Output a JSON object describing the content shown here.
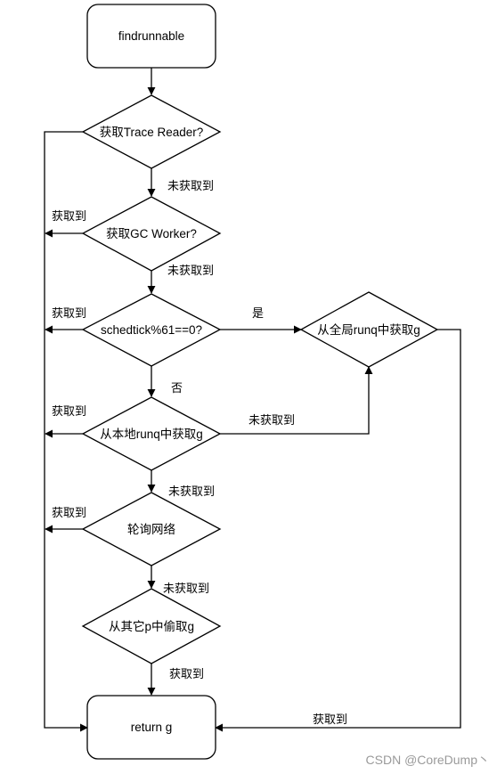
{
  "nodes": {
    "start": "findrunnable",
    "trace": "获取Trace Reader?",
    "gc": "获取GC Worker?",
    "sched": "schedtick%61==0?",
    "global": "从全局runq中获取g",
    "local": "从本地runq中获取g",
    "netpoll": "轮询网络",
    "steal": "从其它p中偷取g",
    "end": "return g"
  },
  "edges": {
    "trace_next": "未获取到",
    "gc_got": "获取到",
    "gc_next": "未获取到",
    "sched_got": "获取到",
    "sched_yes": "是",
    "sched_no": "否",
    "local_got": "获取到",
    "local_miss": "未获取到",
    "net_got": "获取到",
    "net_next": "未获取到",
    "steal_got": "获取到",
    "global_got": "获取到"
  },
  "watermark": "CSDN @CoreDump丶",
  "colors": {
    "stroke": "#000000",
    "fill": "#ffffff",
    "watermark": "#9a9a9a"
  }
}
